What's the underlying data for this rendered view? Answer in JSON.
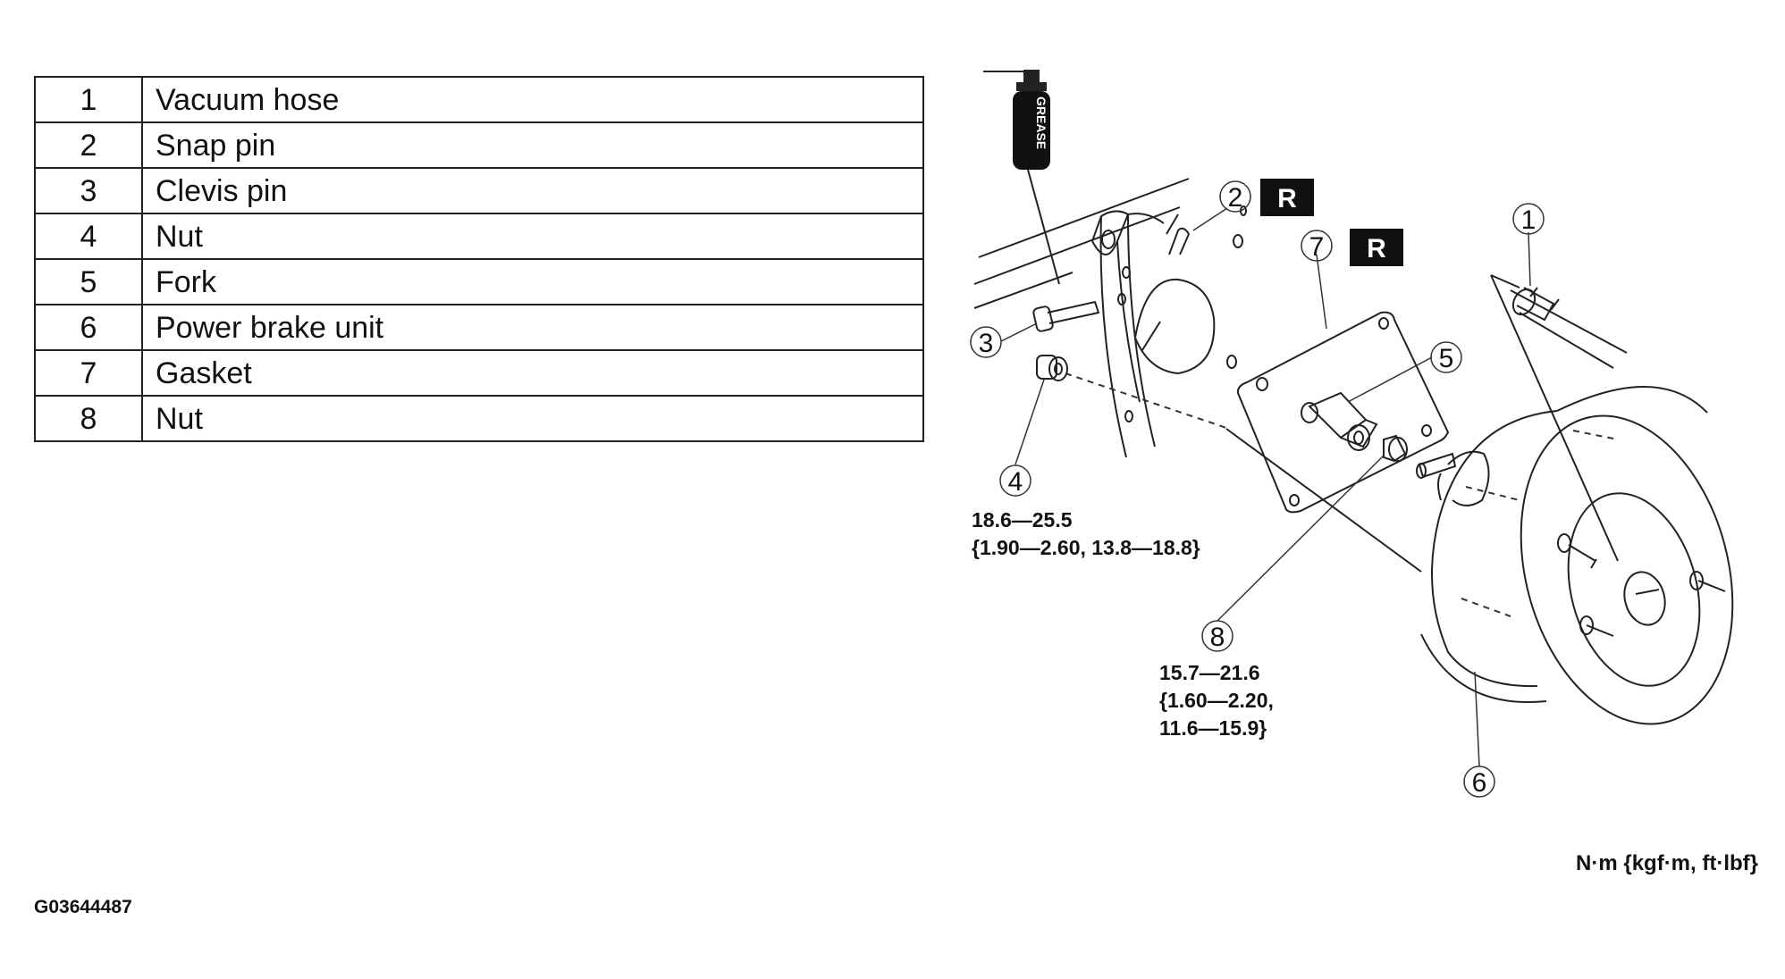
{
  "parts": [
    {
      "number": "1",
      "name": "Vacuum hose"
    },
    {
      "number": "2",
      "name": "Snap pin"
    },
    {
      "number": "3",
      "name": "Clevis pin"
    },
    {
      "number": "4",
      "name": "Nut"
    },
    {
      "number": "5",
      "name": "Fork"
    },
    {
      "number": "6",
      "name": "Power brake unit"
    },
    {
      "number": "7",
      "name": "Gasket"
    },
    {
      "number": "8",
      "name": "Nut"
    }
  ],
  "callouts": [
    "1",
    "2",
    "3",
    "4",
    "5",
    "6",
    "7",
    "8"
  ],
  "replace_badge": "R",
  "grease_label": "GREASE",
  "torque_specs": {
    "nut_4": {
      "line1": "18.6—25.5",
      "line2": "{1.90—2.60, 13.8—18.8}"
    },
    "nut_8": {
      "line1": "15.7—21.6",
      "line2": "{1.60—2.20,",
      "line3": "11.6—15.9}"
    }
  },
  "units_legend": "N·m {kgf·m, ft·lbf}",
  "figure_id": "G03644487",
  "colors": {
    "line": "#222222",
    "badge": "#111111",
    "background": "#ffffff"
  }
}
